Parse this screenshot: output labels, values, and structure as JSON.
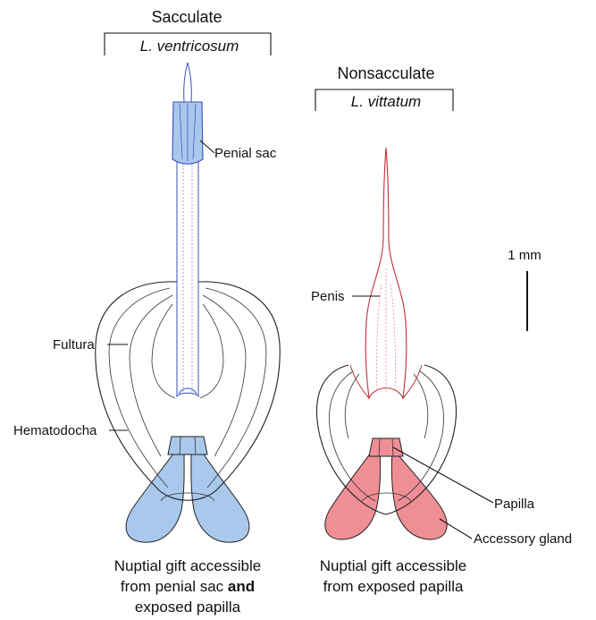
{
  "colors": {
    "sacculate_accent": "#4b5fc9",
    "sacculate_fill": "#a9c8ec",
    "nonsacculate_accent": "#c0303a",
    "nonsacculate_fill": "#ef8f95"
  },
  "left": {
    "header": "Sacculate",
    "species": "L. ventricosum",
    "labels": {
      "penial_sac": "Penial sac",
      "fultura": "Fultura",
      "hematodocha": "Hematodocha"
    },
    "caption": {
      "line1": "Nuptial gift accessible",
      "line2_pre": "from penial sac ",
      "line2_bold": "and",
      "line3": "exposed papilla"
    }
  },
  "right": {
    "header": "Nonsacculate",
    "species": "L. vittatum",
    "labels": {
      "penis": "Penis",
      "papilla": "Papilla",
      "accessory_gland": "Accessory gland"
    },
    "caption": {
      "line1": "Nuptial gift accessible",
      "line2": "from exposed papilla"
    }
  },
  "scale_bar": {
    "label": "1 mm"
  }
}
